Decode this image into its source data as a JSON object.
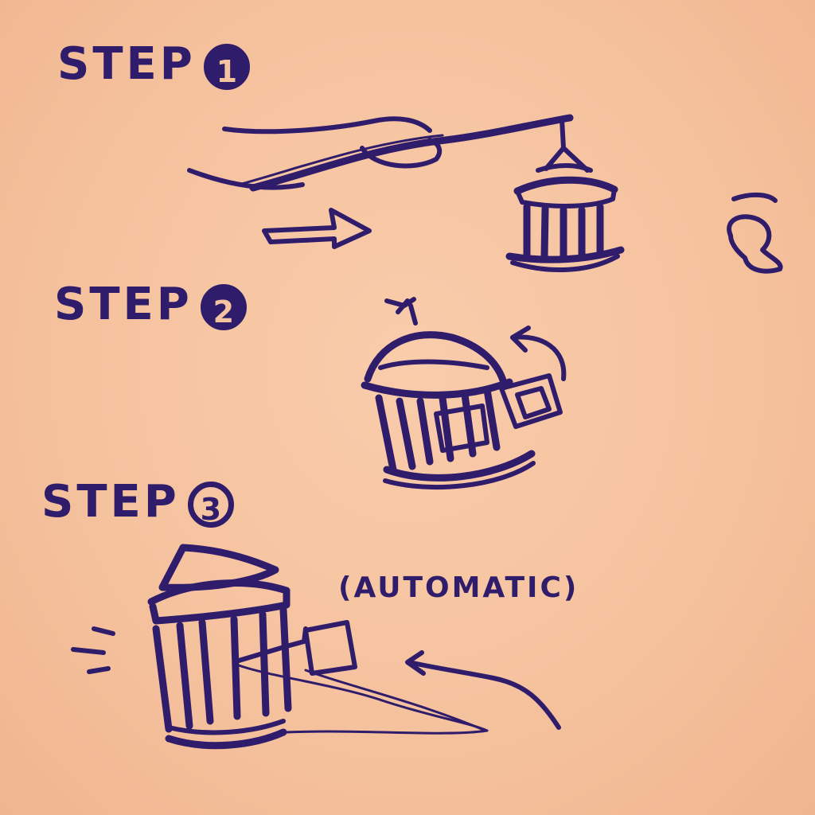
{
  "steps": [
    {
      "label": "STEP",
      "number": "1"
    },
    {
      "label": "STEP",
      "number": "2"
    },
    {
      "label": "STEP",
      "number": "3"
    }
  ],
  "step3_note": "(AUTOMATIC)",
  "colors": {
    "ink": "#2f1d6b",
    "paper": "#f6c3a0"
  }
}
